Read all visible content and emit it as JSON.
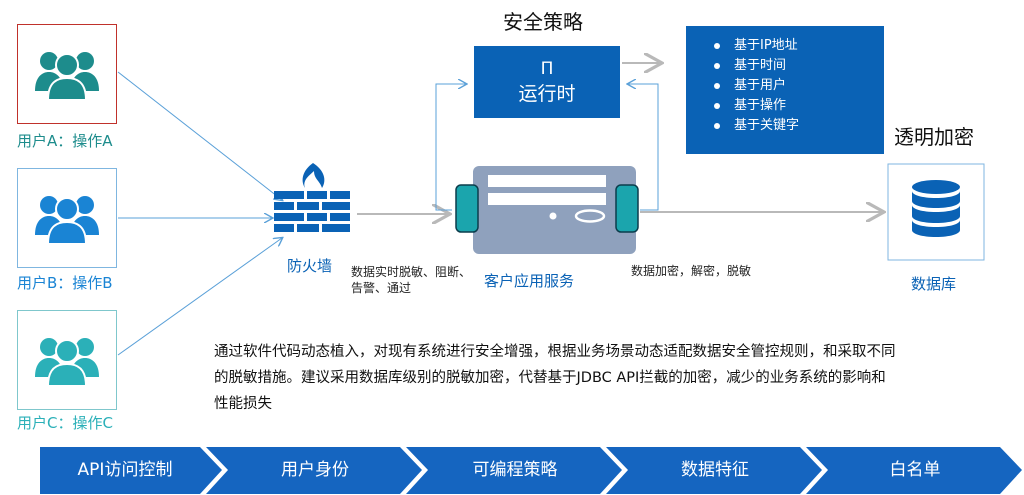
{
  "title": "安全策略",
  "runtime": {
    "symbol": "Π",
    "label": "运行时"
  },
  "policies": [
    "基于IP地址",
    "基于时间",
    "基于用户",
    "基于操作",
    "基于关键字"
  ],
  "users": [
    {
      "label": "用户A：操作A",
      "color": "#1d8c8c",
      "border": "#c0312b"
    },
    {
      "label": "用户B：操作B",
      "color": "#1a84d4",
      "border": "#7fb6e0"
    },
    {
      "label": "用户C：操作C",
      "color": "#2bb0b8",
      "border": "#7fc7cc"
    }
  ],
  "firewall": {
    "label": "防火墙",
    "note_line1": "数据实时脱敏、阻断、",
    "note_line2": "告警、通过"
  },
  "client_app": {
    "label": "客户应用服务",
    "note": "数据加密，解密，脱敏"
  },
  "transparent_encryption": "透明加密",
  "database": {
    "label": "数据库"
  },
  "description": [
    "通过软件代码动态植入，对现有系统进行安全增强，根据业务场景动态适配数据安全管控规则，和采取不同",
    "的脱敏措施。建议采用数据库级别的脱敏加密，代替基于JDBC API拦截的加密，减少的业务系统的影响和",
    "性能损失"
  ],
  "features": [
    "API访问控制",
    "用户身份",
    "可编程策略",
    "数据特征",
    "白名单"
  ],
  "colors": {
    "primary": "#0a62b5",
    "server": "#8fa1bd",
    "teal": "#1ba5ad",
    "arrow": "#b9b9b9",
    "chevron": "#1565c0"
  }
}
